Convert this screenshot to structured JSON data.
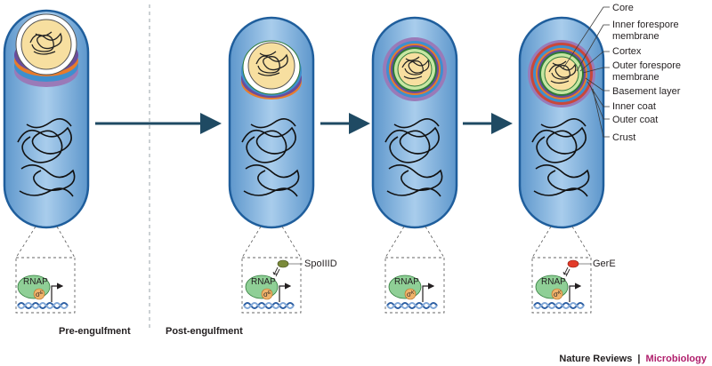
{
  "stages": {
    "pre": "Pre-engulfment",
    "post": "Post-engulfment"
  },
  "layers": {
    "core": "Core",
    "inner_membrane_1": "Inner forespore",
    "inner_membrane_2": "membrane",
    "cortex": "Cortex",
    "outer_membrane_1": "Outer forespore",
    "outer_membrane_2": "membrane",
    "basement": "Basement layer",
    "inner_coat": "Inner coat",
    "outer_coat": "Outer coat",
    "crust": "Crust"
  },
  "factors": {
    "rnap": "RNAP",
    "sigma": "σ",
    "sigma_e_sup": "E",
    "sigma_k_sup": "K",
    "spoiiid": "SpoIIID",
    "gere": "GerE"
  },
  "credit": {
    "journal": "Nature Reviews",
    "separator": "|",
    "section": "Microbiology"
  },
  "colors": {
    "cell_fill": "#a8cdea",
    "cell_stroke": "#1f5e9c",
    "cell_inner": "#6ea6d6",
    "core_fill": "#f7dfa0",
    "cortex": "#c7e6a2",
    "membrane": "#2e7a39",
    "basement": "#6a4c9c",
    "inner_coat": "#e87b2b",
    "outer_coat": "#3e8fce",
    "crust": "#c9483a",
    "outer_purple": "#9a7ab8",
    "arrow": "#1f4a63",
    "rnap": "#8fcf96",
    "sigma": "#f0b36b",
    "spoiiid": "#7a8a3a",
    "gere": "#e23b2a",
    "microbiology": "#b01e6c"
  }
}
